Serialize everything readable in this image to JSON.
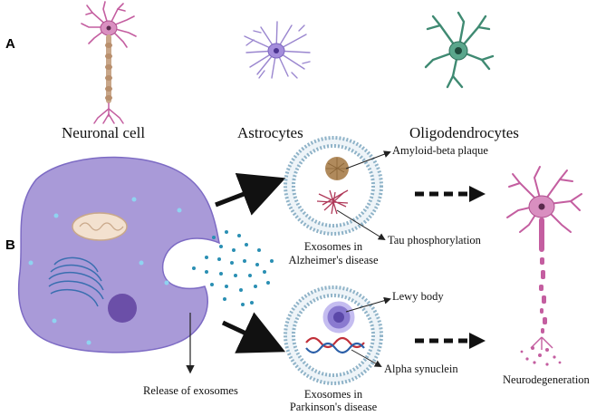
{
  "panels": {
    "a": "A",
    "b": "B"
  },
  "cells": {
    "neuronal": "Neuronal cell",
    "astrocytes": "Astrocytes",
    "oligodendrocytes": "Oligodendrocytes"
  },
  "release_label": "Release of exosomes",
  "alzheimers": {
    "amyloid": "Amyloid-beta plaque",
    "tau": "Tau phosphorylation",
    "caption_line1": "Exosomes in",
    "caption_line2": "Alzheimer's disease"
  },
  "parkinsons": {
    "lewy": "Lewy body",
    "alpha": "Alpha synuclein",
    "caption_line1": "Exosomes in",
    "caption_line2": "Parkinson's disease"
  },
  "outcome": "Neurodegeneration",
  "colors": {
    "cell_body": "#a99ad8",
    "cell_outline": "#7d6bc4",
    "neuron_pink": "#c45ea0",
    "astrocyte": "#9a86cf",
    "oligo": "#3f8a72",
    "exosome_dot": "#2a8fb3",
    "membrane": "#8fb3c8"
  }
}
